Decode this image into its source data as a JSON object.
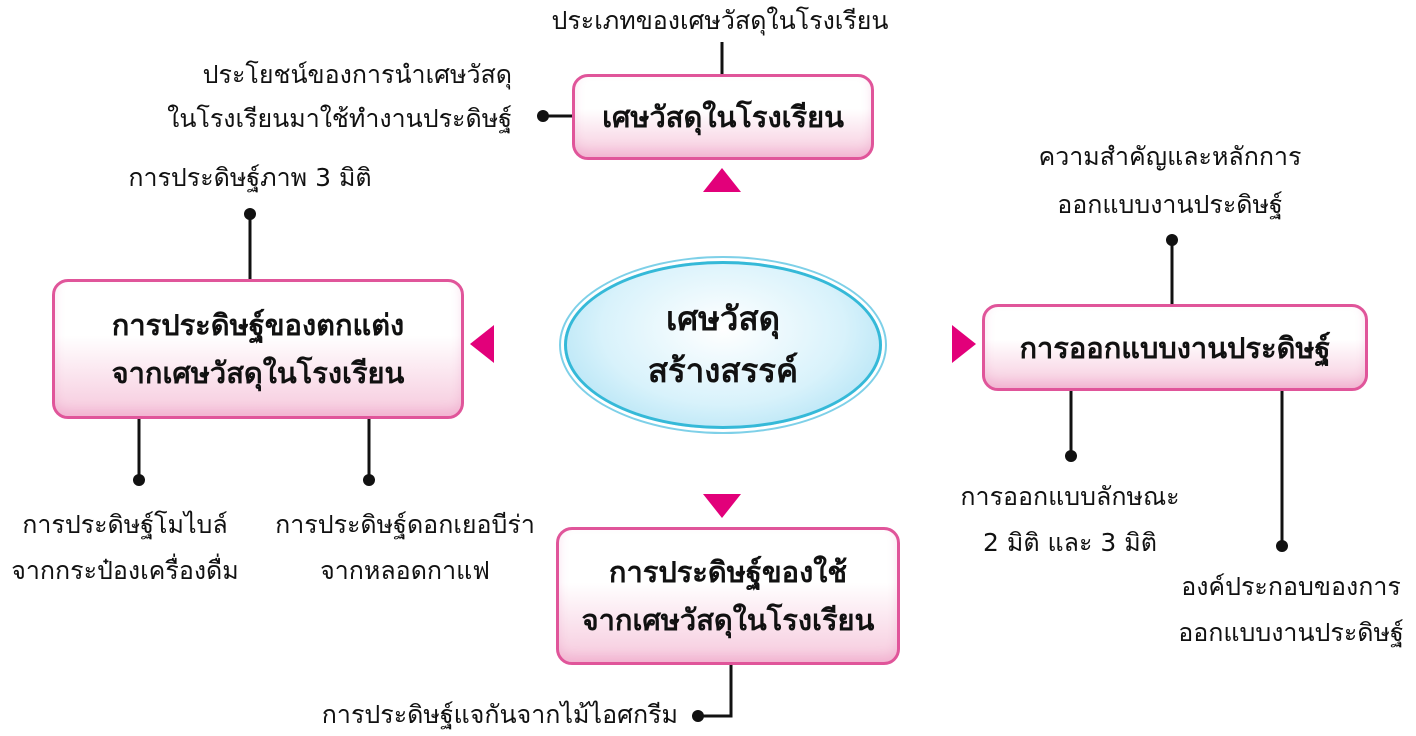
{
  "colors": {
    "accent": "#e0559a",
    "arrow": "#e2007a",
    "center_border": "#35b9d8"
  },
  "center": {
    "line1": "เศษวัสดุ",
    "line2": "สร้างสรรค์"
  },
  "top": {
    "title": "เศษวัสดุในโรงเรียน",
    "sub_top": "ประเภทของเศษวัสดุในโรงเรียน",
    "sub_left_1": "ประโยชน์ของการนำเศษวัสดุ",
    "sub_left_2": "ในโรงเรียนมาใช้ทำงานประดิษฐ์"
  },
  "left": {
    "title_1": "การประดิษฐ์ของตกแต่ง",
    "title_2": "จากเศษวัสดุในโรงเรียน",
    "sub_top": "การประดิษฐ์ภาพ 3 มิติ",
    "sub_bl_1": "การประดิษฐ์โมไบล์",
    "sub_bl_2": "จากกระป๋องเครื่องดื่ม",
    "sub_br_1": "การประดิษฐ์ดอกเยอบีร่า",
    "sub_br_2": "จากหลอดกาแฟ"
  },
  "right": {
    "title": "การออกแบบงานประดิษฐ์",
    "sub_top_1": "ความสำคัญและหลักการ",
    "sub_top_2": "ออกแบบงานประดิษฐ์",
    "sub_bl_1": "การออกแบบลักษณะ",
    "sub_bl_2": "2 มิติ และ 3 มิติ",
    "sub_br_1": "องค์ประกอบของการ",
    "sub_br_2": "ออกแบบงานประดิษฐ์"
  },
  "bottom": {
    "title_1": "การประดิษฐ์ของใช้",
    "title_2": "จากเศษวัสดุในโรงเรียน",
    "sub": "การประดิษฐ์แจกันจากไม้ไอศกรีม"
  }
}
